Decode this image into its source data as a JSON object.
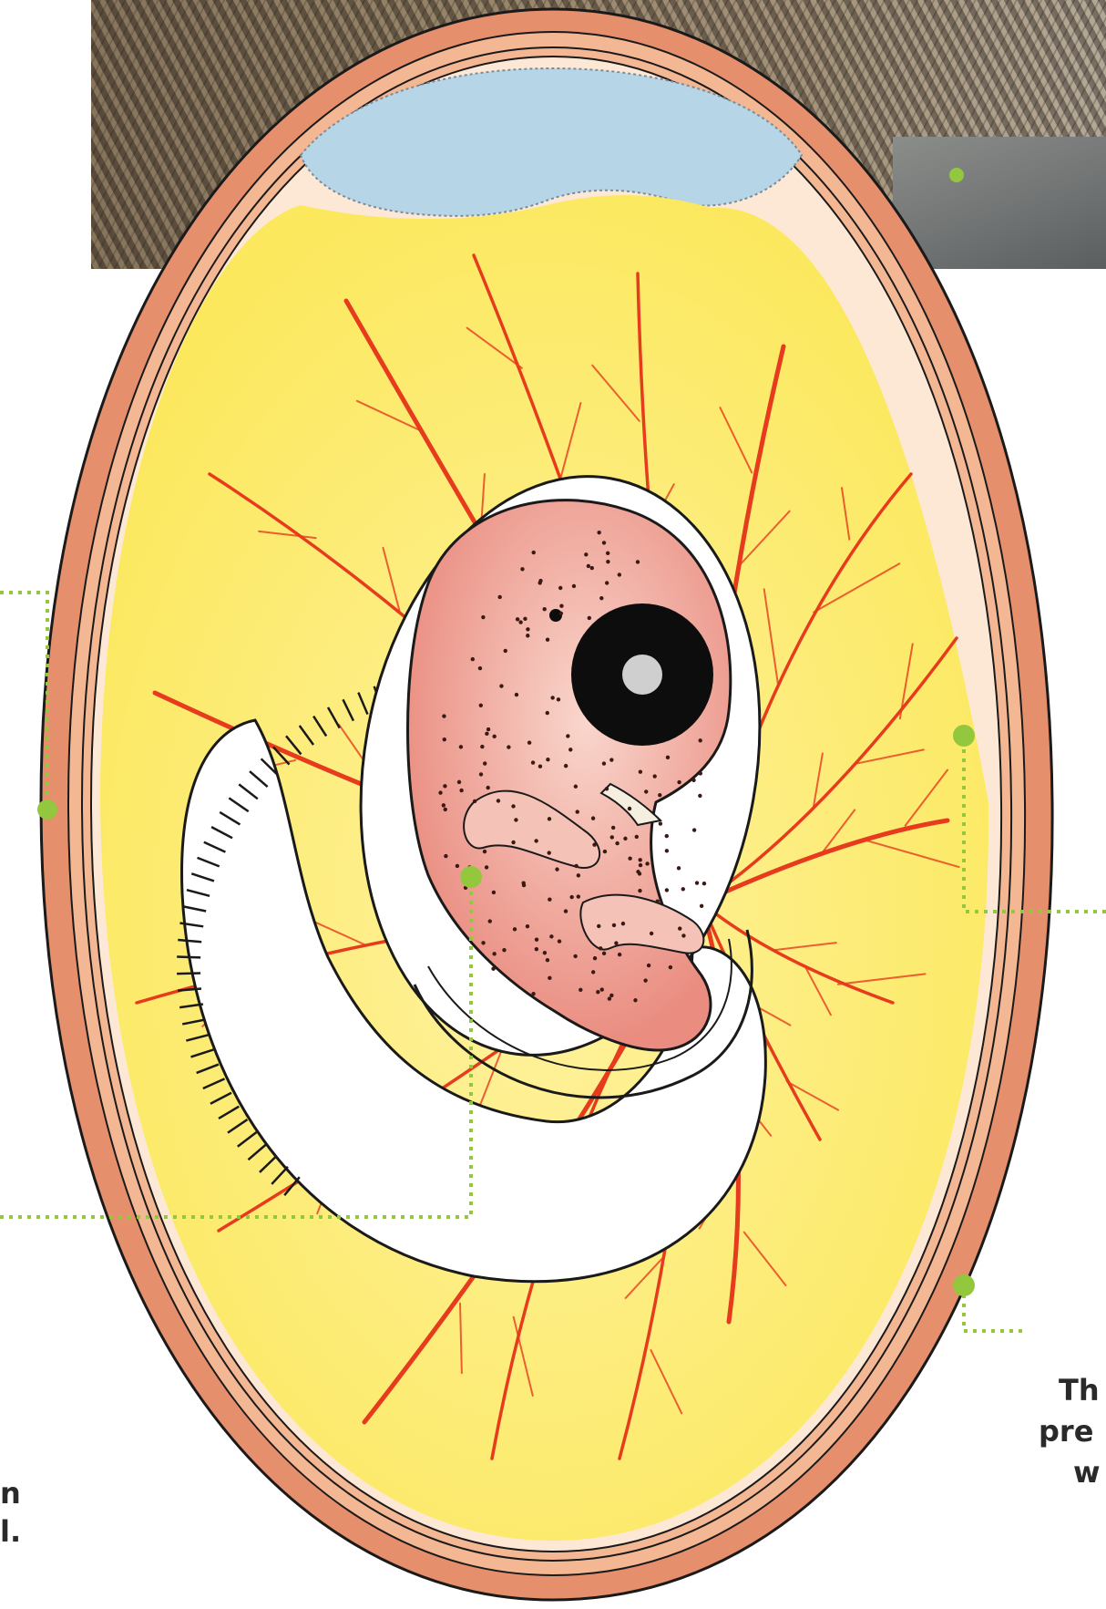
{
  "colors": {
    "shell_outer": "#e58f6c",
    "shell_inner": "#f4b793",
    "membrane": "#fde8d6",
    "yolk": "#fbe85c",
    "air_cell": "#b6d6e8",
    "blood_vessel": "#e63b1d",
    "embryo": "#f0a59a",
    "albumen": "#ffffff",
    "leader_line": "#93c83e",
    "outline": "#1a1a1a"
  },
  "labels": {
    "bottom_right": [
      "Th",
      "pre",
      "w"
    ],
    "bottom_left": [
      "n",
      "l."
    ]
  },
  "leader_dots": [
    {
      "name": "shell-leader",
      "target": "shell"
    },
    {
      "name": "embryo-leader",
      "target": "embryo"
    },
    {
      "name": "yolk-sac-leader",
      "target": "yolk-sac"
    },
    {
      "name": "membrane-leader",
      "target": "shell-membrane"
    }
  ]
}
